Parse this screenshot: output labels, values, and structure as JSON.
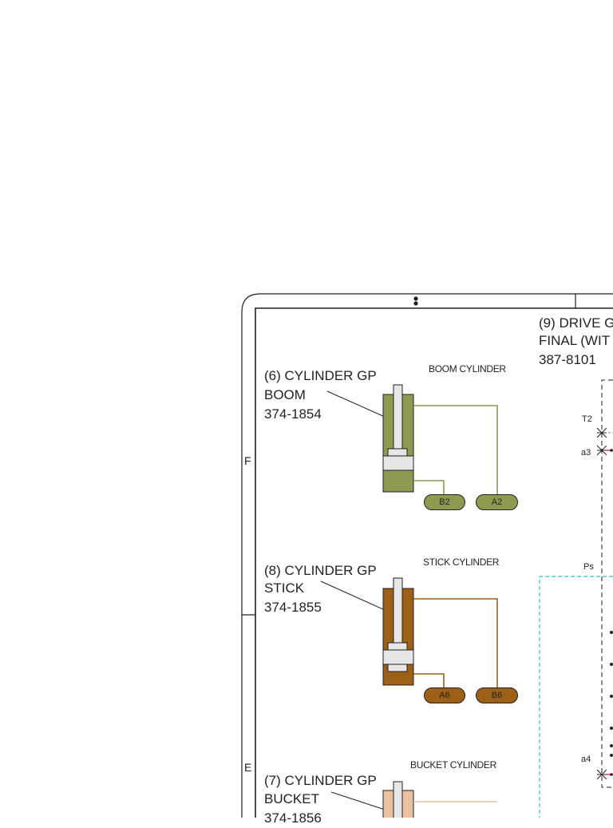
{
  "frame": {
    "zones": [
      "F",
      "E"
    ]
  },
  "drive": {
    "title_line1": "(9) DRIVE G",
    "title_line2": "FINAL (WIT",
    "part_number": "387-8101",
    "ports": [
      "T2",
      "a3",
      "Ps",
      "a4"
    ]
  },
  "cylinders": [
    {
      "title": "(6) CYLINDER GP",
      "name": "BOOM",
      "part_number": "374-1854",
      "caption": "BOOM CYLINDER",
      "ports": [
        "B2",
        "A2"
      ],
      "color": "#8e9a50"
    },
    {
      "title": "(8) CYLINDER GP",
      "name": "STICK",
      "part_number": "374-1855",
      "caption": "STICK CYLINDER",
      "ports": [
        "A6",
        "B6"
      ],
      "color": "#9c6017"
    },
    {
      "title": "(7) CYLINDER GP",
      "name": "BUCKET",
      "part_number": "374-1856",
      "caption": "BUCKET CYLINDER",
      "ports": [],
      "color": "#e8c1a0"
    }
  ],
  "colors": {
    "line": "#231f20",
    "pilot_dash": "#3dbde0",
    "red_line": "#e3232b",
    "green_line": "#8e9a50"
  }
}
